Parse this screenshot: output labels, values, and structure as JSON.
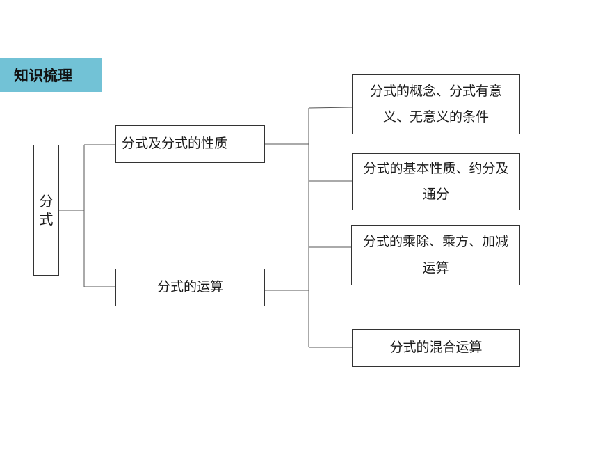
{
  "heading": {
    "label": "知识梳理",
    "bg_color": "#72c2d6"
  },
  "root": {
    "label": "分\n式"
  },
  "branches": [
    {
      "label": "分式及分式的性质",
      "children": [
        {
          "label": "分式的概念、分式有意义、无意义的条件"
        },
        {
          "label": "分式的基本性质、约分及通分"
        }
      ]
    },
    {
      "label": "分式的运算",
      "children": [
        {
          "label": "分式的乘除、乘方、加减运算"
        },
        {
          "label": "分式的混合运算"
        }
      ]
    }
  ]
}
